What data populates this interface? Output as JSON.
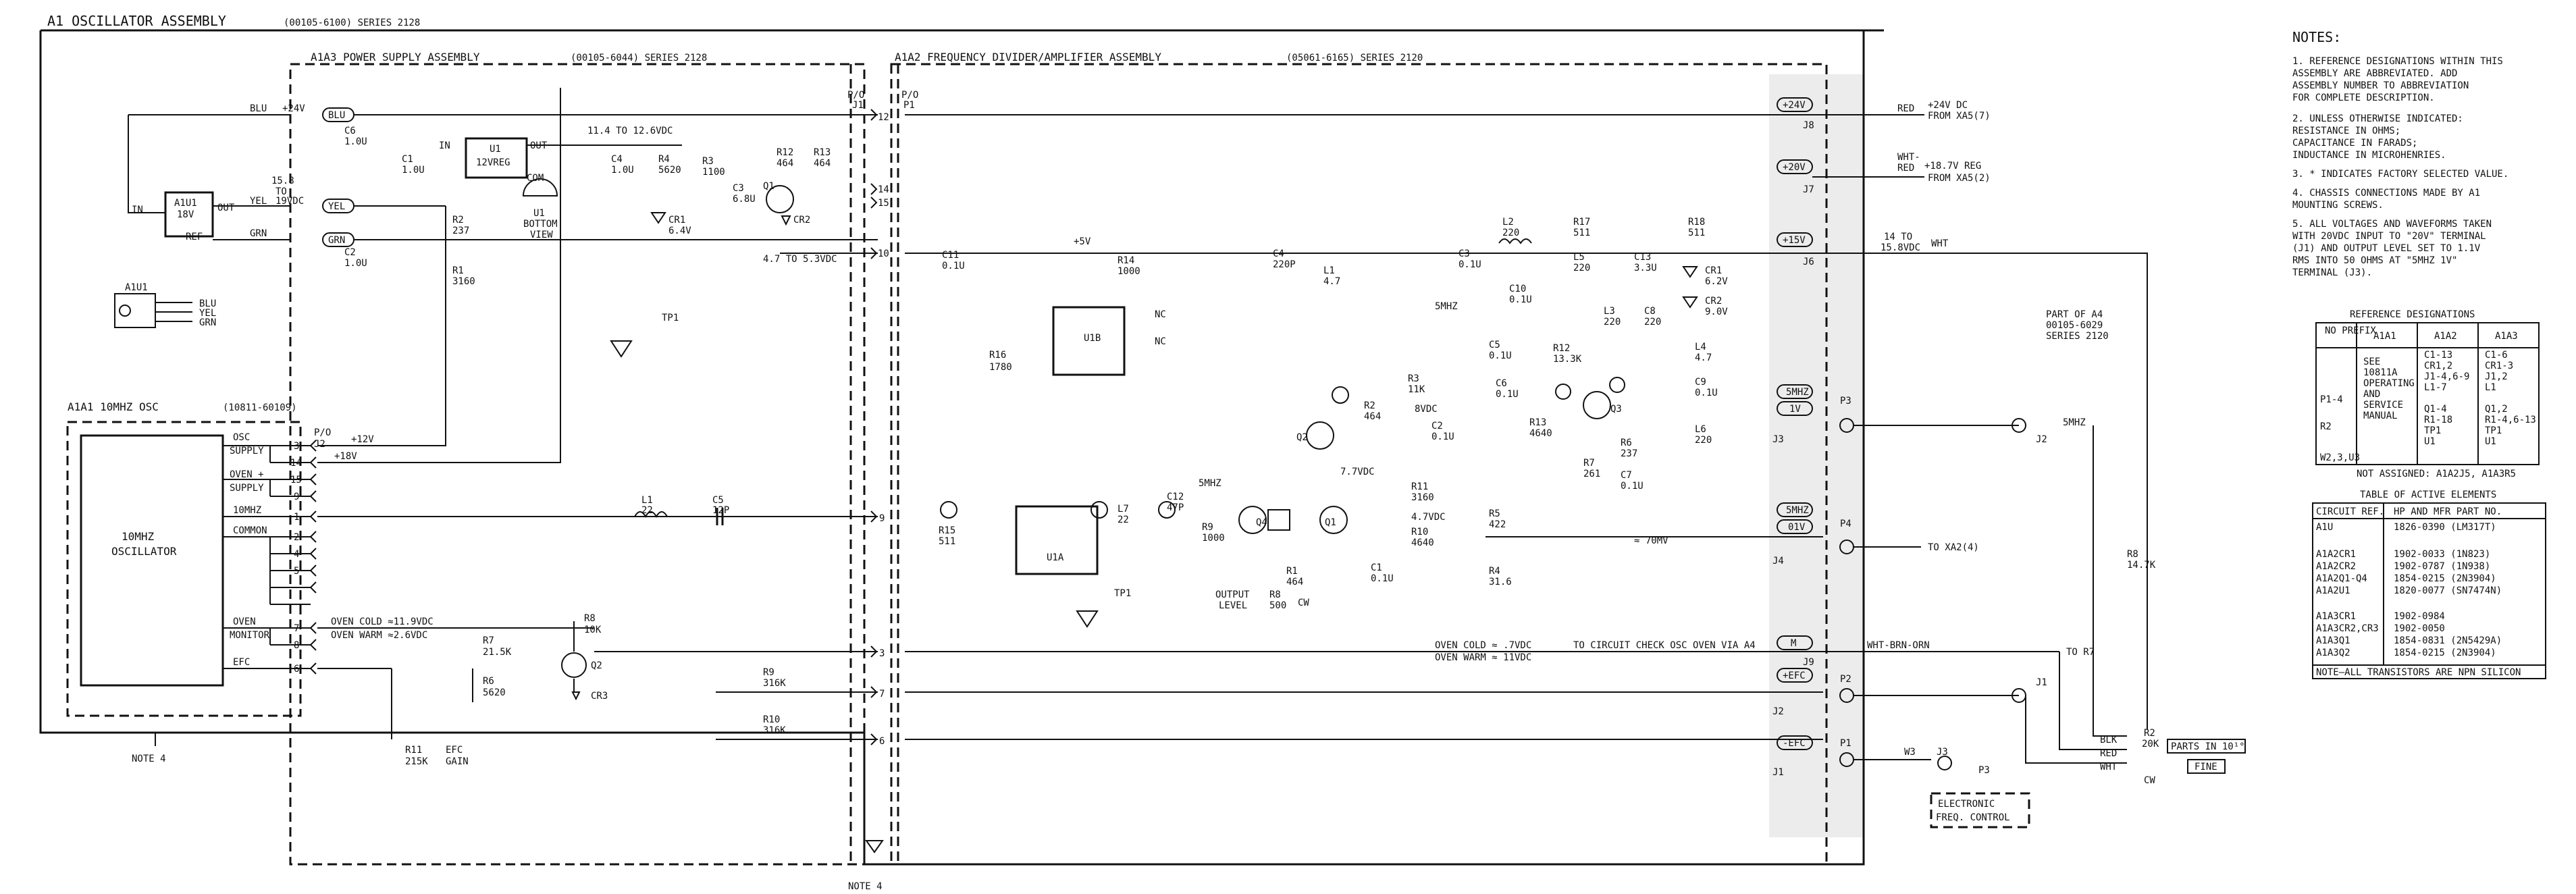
{
  "header": {
    "a1_title": "A1   OSCILLATOR ASSEMBLY",
    "a1_series": "(00105-6100) SERIES 2128",
    "a1a3_title": "A1A3   POWER SUPPLY ASSEMBLY",
    "a1a3_series": "(00105-6044) SERIES 2128",
    "a1a2_title": "A1A2   FREQUENCY DIVIDER/AMPLIFIER ASSEMBLY",
    "a1a2_series": "(05061-6165) SERIES 2120",
    "a1a1_title": "A1A1   10MHZ OSC",
    "a1a1_part": "(10811-60109)"
  },
  "power": {
    "blu_label": "BLU",
    "plus24": "+24V",
    "blu_tag": "BLU",
    "c6": "C6",
    "c6v": "1.0U",
    "u1": "U1",
    "u1v": "12VREG",
    "in": "IN",
    "out": "OUT",
    "com": "COM",
    "u1b": "U1",
    "bottom": "BOTTOM",
    "view": "VIEW",
    "c1": "C1",
    "c1v": "1.0U",
    "v114": "11.4 TO 12.6VDC",
    "c4": "C4",
    "c4v": "1.0U",
    "r4": "R4",
    "r4v": "5620",
    "r3": "R3",
    "r3v": "1100",
    "c3": "C3",
    "c3v": "6.8U",
    "r12": "R12",
    "r12v": "464",
    "r13": "R13",
    "r13v": "464",
    "q1": "Q1",
    "cr1": "CR1",
    "cr1v": "6.4V",
    "cr2": "CR2",
    "v47": "4.7 TO 5.3VDC",
    "a1u1": "A1U1",
    "a1u1v": "18V",
    "in2": "IN",
    "out2": "OUT",
    "ref": "REF",
    "v158": "15.8",
    "to": "TO",
    "yel": "YEL",
    "v19": "19VDC",
    "yel_tag": "YEL",
    "grn": "GRN",
    "grn_tag": "GRN",
    "r2": "R2",
    "r2v": "237",
    "c2": "C2",
    "c2v": "1.0U",
    "r1": "R1",
    "r1v": "3160",
    "tp1": "TP1",
    "pkg": "A1U1",
    "pkg1": "BLU",
    "pkg2": "YEL",
    "pkg3": "GRN",
    "p0j1": "P/O",
    "p0j1b": "J1",
    "j12": "12",
    "j14": "14",
    "j15": "15",
    "j10": "10",
    "j9": "9",
    "j3": "3",
    "j7": "7",
    "j6": "6"
  },
  "osc": {
    "box1": "10MHZ",
    "box2": "OSCILLATOR",
    "osc_supply": "OSC",
    "osc_supply2": "SUPPLY",
    "oven": "OVEN +",
    "oven2": "SUPPLY",
    "mhz": "10MHZ",
    "common": "COMMON",
    "oven_mon": "OVEN",
    "oven_mon2": "MONITOR",
    "efc": "EFC",
    "p2": "P/O",
    "j2": "J2",
    "n3": "3",
    "n14": "14",
    "n15": "15",
    "n9": "9",
    "n1": "1",
    "n2": "2",
    "n4": "4",
    "n5": "5",
    "n7": "7",
    "n8": "8",
    "n6": "6",
    "plus12": "+12V",
    "plus18": "+18V",
    "l1": "L1",
    "l1v": "22",
    "c5": "C5",
    "c5v": "12P",
    "oven_cold": "OVEN COLD ≈11.9VDC",
    "oven_warm": "OVEN WARM ≈2.6VDC",
    "r7": "R7",
    "r7v": "21.5K",
    "r6": "R6",
    "r6v": "5620",
    "r8": "R8",
    "r8v": "10K",
    "q2": "Q2",
    "cr3": "CR3",
    "r9": "R9",
    "r9v": "316K",
    "r10": "R10",
    "r10v": "316K",
    "r11": "R11",
    "r11v": "215K",
    "efc_gain": "EFC",
    "efc_gain2": "GAIN",
    "note4": "NOTE 4"
  },
  "div": {
    "p0": "P/O",
    "p1": "P1",
    "c11": "C11",
    "c11v": "0.1U",
    "r16": "R16",
    "r16v": "1780",
    "r14": "R14",
    "r14v": "1000",
    "plus5": "+5V",
    "u1b": "U1B",
    "u1a": "U1A",
    "nc1": "NC",
    "nc2": "NC",
    "r15": "R15",
    "r15v": "511",
    "l7": "L7",
    "l7v": "22",
    "c12": "C12",
    "c12v": "47P",
    "mhz5": "5MHZ",
    "r9": "R9",
    "r9v": "1000",
    "tp1": "TP1",
    "q4": "Q4",
    "q1": "Q1",
    "q2": "Q2",
    "r1": "R1",
    "r1v": "464",
    "r8": "R8",
    "r8v": "500",
    "cw": "CW",
    "out_level": "OUTPUT",
    "out_level2": "LEVEL",
    "c4": "C4",
    "c4v": "220P",
    "l1": "L1",
    "l1v": "4.7",
    "r2": "R2",
    "r2v": "464",
    "v77": "7.7VDC",
    "r3": "R3",
    "r3v": "11K",
    "v8": "8VDC",
    "c2": "C2",
    "c2v": "0.1U",
    "r11": "R11",
    "r11v": "3160",
    "v47": "4.7VDC",
    "r10": "R10",
    "r10v": "4640",
    "c1": "C1",
    "c1v": "0.1U",
    "c3": "C3",
    "c3v": "0.1U",
    "mhz5b": "5MHZ",
    "l2": "L2",
    "l2v": "220",
    "r17": "R17",
    "r17v": "511",
    "r18": "R18",
    "r18v": "511",
    "c13": "C13",
    "c13v": "3.3U",
    "cr1": "CR1",
    "cr1v": "6.2V",
    "cr2": "CR2",
    "cr2v": "9.0V",
    "l5": "L5",
    "l5v": "220",
    "c10": "C10",
    "c10v": "0.1U",
    "l3": "L3",
    "l3v": "220",
    "c8": "C8",
    "c8v": "220",
    "c5": "C5",
    "c5v": "0.1U",
    "c6": "C6",
    "c6v": "0.1U",
    "r12": "R12",
    "r12v": "13.3K",
    "r13": "R13",
    "r13v": "4640",
    "l4": "L4",
    "l4v": "4.7",
    "c9": "C9",
    "c9v": "0.1U",
    "l6": "L6",
    "l6v": "220",
    "q3": "Q3",
    "r6": "R6",
    "r6v": "237",
    "r7": "R7",
    "r7v": "261",
    "c7": "C7",
    "c7v": "0.1U",
    "r5": "R5",
    "r5v": "422",
    "r4": "R4",
    "r4v": "31.6",
    "mv70": "≈ 70MV",
    "oven_cold": "OVEN COLD ≈ .7VDC",
    "oven_warm": "OVEN WARM ≈ 11VDC",
    "to_circuit": "TO CIRCUIT CHECK OSC OVEN VIA A4"
  },
  "right": {
    "p24": "+24V",
    "j8": "J8",
    "red": "RED",
    "v24": "+24V DC",
    "from1": "FROM XA5(7)",
    "p20": "+20V",
    "j7": "J7",
    "wht_red": "WHT-",
    "wht_red2": "RED",
    "v187": "+18.7V REG",
    "from2": "FROM XA5(2)",
    "p15": "+15V",
    "j6": "J6",
    "v14": "14 TO",
    "v15": "15.8VDC",
    "wht": "WHT",
    "part1": "PART OF A4",
    "part2": "00105-6029",
    "part3": "SERIES 2120",
    "t1v": "1V",
    "j3": "J3",
    "p3": "P3",
    "j2": "J2",
    "mhz5": "5MHZ",
    "t5mhz": "5MHZ",
    "t01v": "01V",
    "p4": "P4",
    "j4": "J4",
    "toxa2": "TO XA2(4)",
    "r8": "R8",
    "r8v": "14.7K",
    "m": "M",
    "j9": "J9",
    "wbo": "WHT-BRN-ORN",
    "tor7": "TO R7",
    "efc": "+EFC",
    "p2": "P2",
    "j2b": "J2",
    "j1": "J1",
    "mefc": "-EFC",
    "p1": "P1",
    "j1b": "J1",
    "w3": "W3",
    "j3b": "J3",
    "p3b": "P3",
    "electronic": "ELECTRONIC",
    "freq": "FREQ. CONTROL",
    "blk": "BLK",
    "redw": "RED",
    "whtw": "WHT",
    "r2": "R2",
    "r2v": "20K",
    "cw": "CW",
    "parts": "PARTS IN 10¹°",
    "fine": "FINE",
    "note4": "NOTE 4"
  },
  "notes": {
    "title": "NOTES:",
    "lines": [
      "1. REFERENCE DESIGNATIONS WITHIN THIS",
      "   ASSEMBLY ARE ABBREVIATED. ADD",
      "   ASSEMBLY NUMBER TO ABBREVIATION",
      "   FOR COMPLETE DESCRIPTION.",
      "2. UNLESS OTHERWISE INDICATED:",
      "   RESISTANCE IN OHMS;",
      "   CAPACITANCE IN FARADS;",
      "   INDUCTANCE IN MICROHENRIES.",
      "3. * INDICATES FACTORY SELECTED VALUE.",
      "4. CHASSIS CONNECTIONS MADE BY A1",
      "   MOUNTING SCREWS.",
      "5. ALL VOLTAGES AND WAVEFORMS TAKEN",
      "   WITH 20VDC INPUT TO \"20V\" TERMINAL",
      "   (J1) AND OUTPUT LEVEL SET TO 1.1V",
      "   RMS INTO 50 OHMS AT \"5MHZ 1V\"",
      "   TERMINAL (J3)."
    ]
  },
  "refdes": {
    "title": "REFERENCE DESIGNATIONS",
    "headers": [
      "NO PREFIX",
      "A1A1",
      "A1A2",
      "A1A3"
    ],
    "col_a1a1": [
      "SEE",
      "10811A",
      "OPERATING",
      "AND",
      "SERVICE",
      "MANUAL"
    ],
    "col_a1a2": [
      "C1-13",
      "CR1,2",
      "J1-4,6-9",
      "L1-7",
      "",
      "Q1-4",
      "R1-18",
      "TP1",
      "U1"
    ],
    "col_a1a3": [
      "C1-6",
      "CR1-3",
      "J1,2",
      "L1",
      "",
      "Q1,2",
      "R1-4,6-13",
      "TP1",
      "U1"
    ],
    "col_np": [
      "P1-4",
      "R2",
      "W2,3,U3"
    ],
    "not_assigned": "NOT ASSIGNED: A1A2J5, A1A3R5"
  },
  "active": {
    "title": "TABLE OF ACTIVE ELEMENTS",
    "headers": [
      "CIRCUIT REF.",
      "HP AND MFR PART NO."
    ],
    "rows": [
      [
        "A1U",
        "1826-0390 (LM317T)"
      ],
      [
        "",
        ""
      ],
      [
        "A1A2CR1",
        "1902-0033 (1N823)"
      ],
      [
        "A1A2CR2",
        "1902-0787 (1N938)"
      ],
      [
        "A1A2Q1-Q4",
        "1854-0215 (2N3904)"
      ],
      [
        "A1A2U1",
        "1820-0077 (SN7474N)"
      ],
      [
        "",
        ""
      ],
      [
        "A1A3CR1",
        "1902-0984"
      ],
      [
        "A1A3CR2,CR3",
        "1902-0050"
      ],
      [
        "A1A3Q1",
        "1854-0831 (2N5429A)"
      ],
      [
        "A1A3Q2",
        "1854-0215 (2N3904)"
      ]
    ],
    "footer": "NOTE—ALL TRANSISTORS ARE NPN SILICON"
  }
}
